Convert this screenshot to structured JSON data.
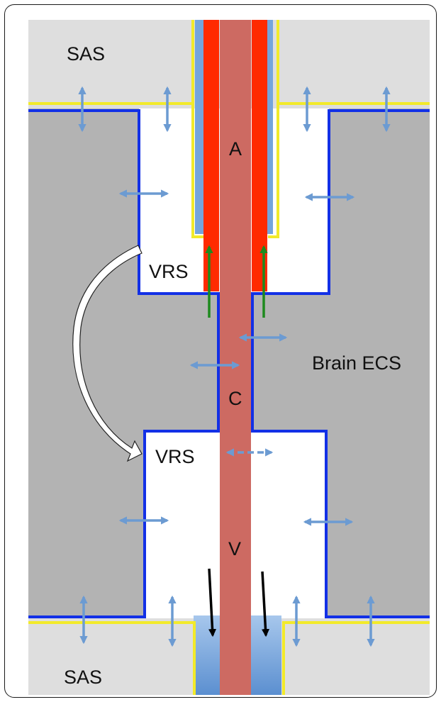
{
  "labels": {
    "sas_top": "SAS",
    "sas_bottom": "SAS",
    "vrs_top": "VRS",
    "vrs_bottom": "VRS",
    "brain_ecs": "Brain ECS",
    "artery": "A",
    "capillary": "C",
    "vein": "V"
  },
  "colors": {
    "sas_fill": "#dedede",
    "brain_fill": "#b3b3b3",
    "vrs_fill": "#ffffff",
    "vessel": "#cd6a62",
    "smooth_muscle": "#ff2a00",
    "vessel_wall_blue": "#74a5dc",
    "pia": "#f2ea2a",
    "glia_limitans": "#1230e6",
    "exchange_arrow": "#6c9bd2",
    "flow_arrow_artery": "#1e8a1e",
    "flow_arrow_vein": "#000000",
    "frame_border": "#1a1a1a"
  },
  "icons": {
    "exchange": "double-headed-arrow",
    "flow_up": "arrow-up",
    "flow_down": "arrow-down",
    "transfer": "curved-arrow"
  }
}
